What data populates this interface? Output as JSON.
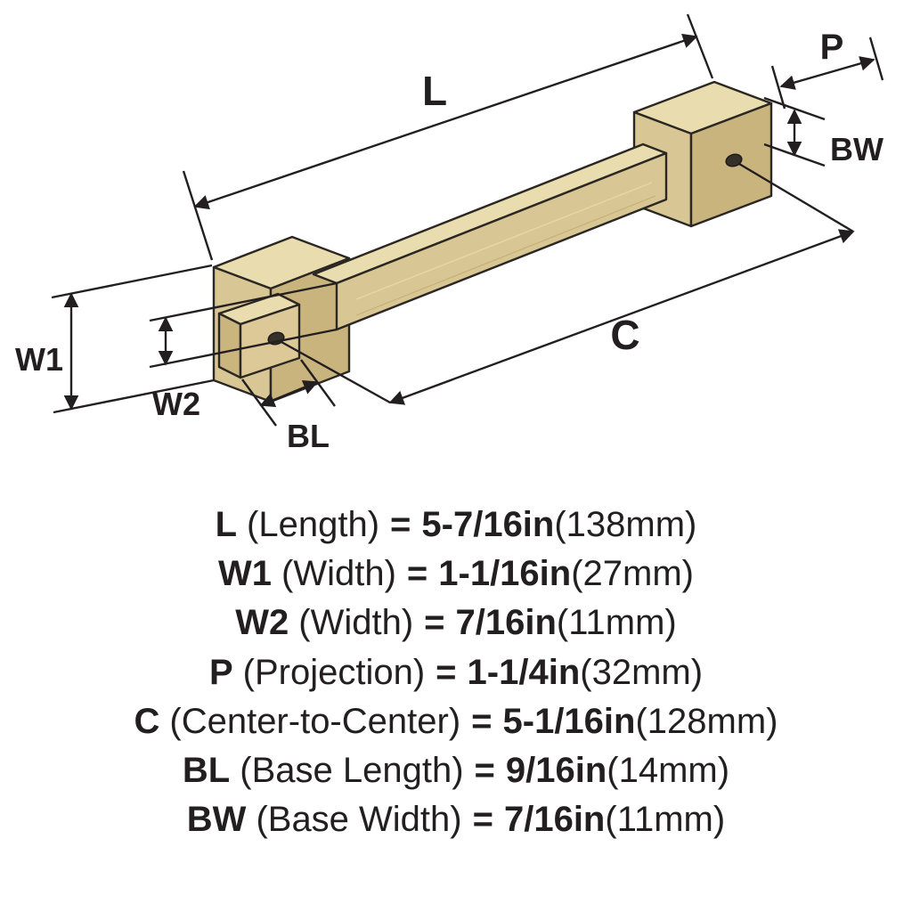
{
  "diagram": {
    "labels": {
      "L": "L",
      "P": "P",
      "BW": "BW",
      "W1": "W1",
      "W2": "W2",
      "C": "C",
      "BL": "BL"
    },
    "colors": {
      "handle_top": "#e9dcae",
      "handle_front": "#d8c794",
      "handle_side": "#c9b47e",
      "base_front": "#dcc997",
      "base_side": "#cbb57f",
      "outline": "#2b2722",
      "dimension_lines": "#231f20",
      "hole": "#35302a",
      "background": "#ffffff",
      "text": "#231f20"
    }
  },
  "specs": [
    {
      "code": "L",
      "name": "(Length)",
      "equals": "=",
      "value": "5-7/16in",
      "metric": "(138mm)"
    },
    {
      "code": "W1",
      "name": "(Width)",
      "equals": "=",
      "value": "1-1/16in",
      "metric": "(27mm)"
    },
    {
      "code": "W2",
      "name": "(Width)",
      "equals": "=",
      "value": "7/16in",
      "metric": "(11mm)"
    },
    {
      "code": "P",
      "name": "(Projection)",
      "equals": "=",
      "value": "1-1/4in",
      "metric": "(32mm)"
    },
    {
      "code": "C",
      "name": "(Center-to-Center)",
      "equals": "=",
      "value": "5-1/16in",
      "metric": "(128mm)"
    },
    {
      "code": "BL",
      "name": "(Base Length)",
      "equals": "=",
      "value": "9/16in",
      "metric": "(14mm)"
    },
    {
      "code": "BW",
      "name": "(Base Width)",
      "equals": "=",
      "value": "7/16in",
      "metric": "(11mm)"
    }
  ]
}
